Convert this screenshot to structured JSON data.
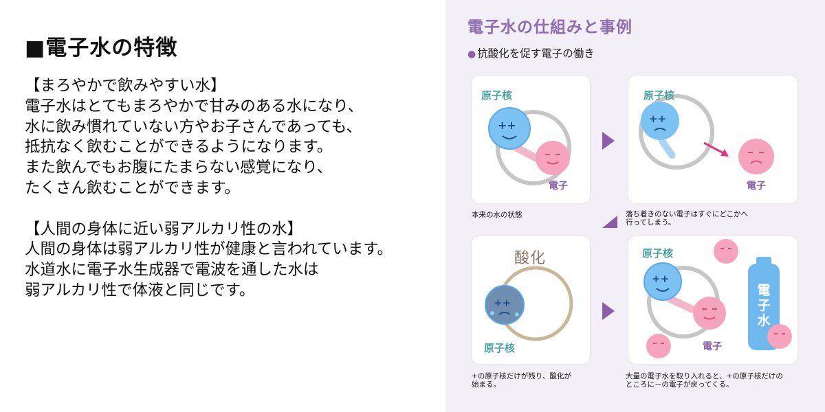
{
  "left": {
    "heading": "■電子水の特徴",
    "lines": [
      "【まろやかで飲みやすい水】",
      "電子水はとてもまろやかで甘みのある水になり、",
      "水に飲み慣れていない方やお子さんであっても、",
      "抵抗なく飲むことができるようになります。",
      "また飲んでもお腹にたまらない感覚になり、",
      "たくさん飲むことができます。",
      "",
      "【人間の身体に近い弱アルカリ性の水】",
      "人間の身体は弱アルカリ性が健康と言われています。",
      "水道水に電子水生成器で電波を通した水は",
      "弱アルカリ性で体液と同じです。"
    ]
  },
  "right": {
    "title": "電子水の仕組みと事例",
    "subtitle": "抗酸化を促す電子の働き",
    "bullet": "●",
    "panels": {
      "p1": {
        "nucleus": "原子核",
        "electron": "電子",
        "caption": "本来の水の状態"
      },
      "p2": {
        "nucleus": "原子核",
        "electron": "電子",
        "caption": [
          "落ち着きのない電子はすぐにどこかへ",
          "行ってしまう。"
        ]
      },
      "p3": {
        "oxidation": "酸化",
        "nucleus": "原子核",
        "caption": [
          "+の原子核だけが残り、酸化が",
          "始まる。"
        ]
      },
      "p4": {
        "nucleus": "原子核",
        "electron": "電子",
        "bottle": "電子水",
        "caption": [
          "大量の電子水を取り入れると、+の原子核だけの",
          "ところに－の電子が戻ってくる。"
        ]
      }
    },
    "colors": {
      "accent": "#8f6bb1",
      "arrow": "#8c5ca8",
      "nucleus_blue": "#5aa9e8",
      "electron_pink": "#f07fa5",
      "panel_bg": "#f3eff6"
    }
  }
}
